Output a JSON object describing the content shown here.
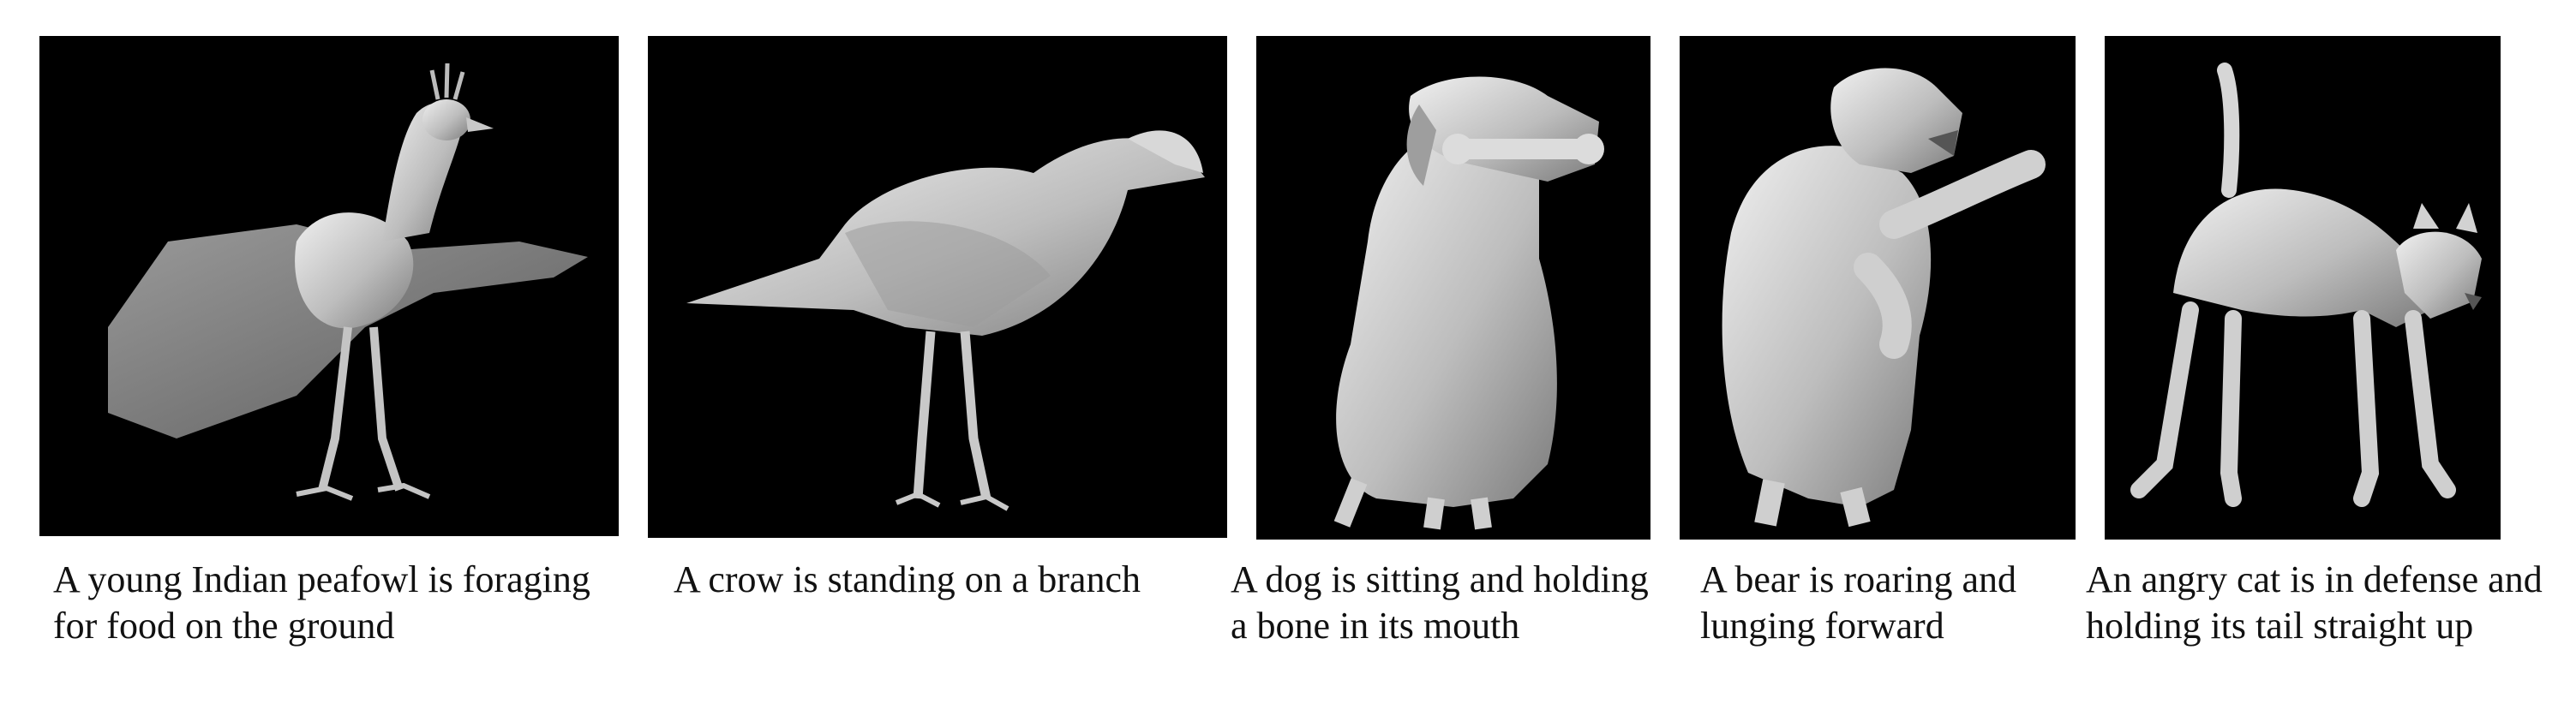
{
  "figure": {
    "panels": [
      {
        "subject": "peafowl",
        "caption_lines": [
          "A young Indian peafowl is foraging",
          "for food on the ground"
        ]
      },
      {
        "subject": "crow",
        "caption_lines": [
          "A crow is standing on a branch"
        ]
      },
      {
        "subject": "dog",
        "caption_lines": [
          "A dog is sitting and holding",
          "a bone in its mouth"
        ]
      },
      {
        "subject": "bear",
        "caption_lines": [
          "A bear is roaring and",
          "lunging forward"
        ]
      },
      {
        "subject": "cat",
        "caption_lines": [
          "An angry cat is in defense and",
          "holding its tail straight up"
        ]
      }
    ],
    "colors": {
      "panel_background": "#000000",
      "model_light": "#e6e6e6",
      "model_dark": "#7a7a7a"
    }
  }
}
